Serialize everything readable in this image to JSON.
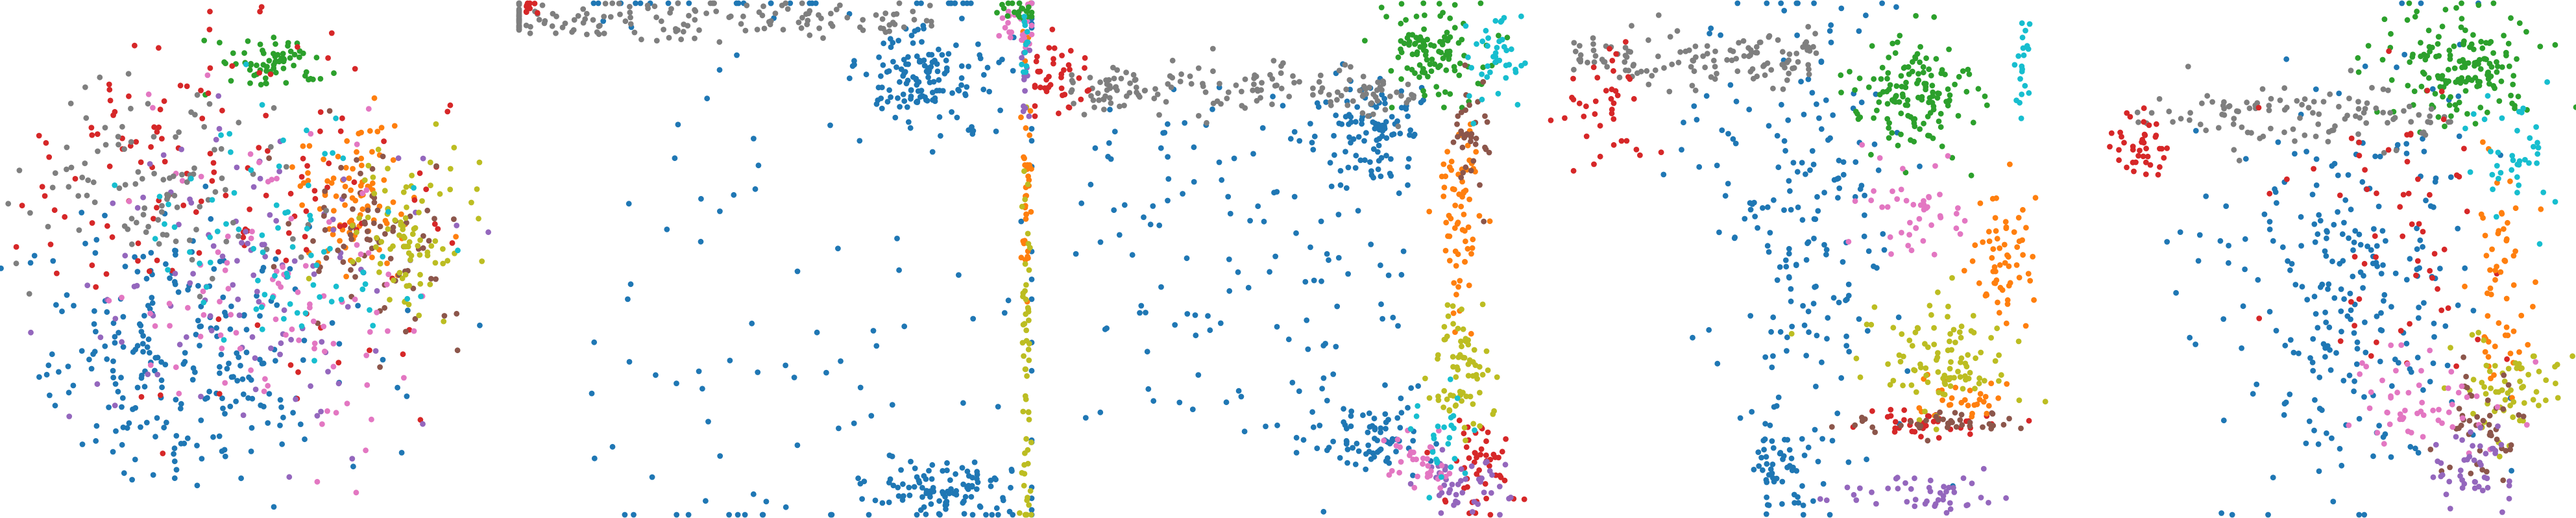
{
  "figure": {
    "description": "",
    "background": "#ffffff"
  },
  "palette": {
    "blue": "#1f77b4",
    "orange": "#ff7f0e",
    "green": "#2ca02c",
    "red": "#d62728",
    "purple": "#9467bd",
    "brown": "#8c564b",
    "pink": "#e377c2",
    "gray": "#7f7f7f",
    "olive": "#bcbd22",
    "cyan": "#17becf"
  },
  "chart_data": [
    {
      "type": "scatter",
      "title": "",
      "xlabel": "",
      "ylabel": "",
      "grid": false,
      "legend": "none",
      "series": [
        {
          "color": "#1f77b4",
          "clusters": [
            {
              "x": 0.35,
              "y": 0.3,
              "sx": 0.16,
              "sy": 0.14,
              "n": 260,
              "shape": "gauss"
            }
          ]
        },
        {
          "color": "#ff7f0e",
          "clusters": [
            {
              "x": 0.7,
              "y": 0.62,
              "sx": 0.06,
              "sy": 0.08,
              "n": 90,
              "shape": "gauss"
            }
          ]
        },
        {
          "color": "#2ca02c",
          "clusters": [
            {
              "x": 0.52,
              "y": 0.88,
              "sx": 0.05,
              "sy": 0.025,
              "n": 70,
              "shape": "gauss"
            }
          ]
        },
        {
          "color": "#d62728",
          "clusters": [
            {
              "x": 0.4,
              "y": 0.65,
              "sx": 0.25,
              "sy": 0.2,
              "n": 170,
              "shape": "gauss"
            }
          ]
        },
        {
          "color": "#9467bd",
          "clusters": [
            {
              "x": 0.5,
              "y": 0.45,
              "sx": 0.18,
              "sy": 0.15,
              "n": 110,
              "shape": "gauss"
            }
          ]
        },
        {
          "color": "#8c564b",
          "clusters": [
            {
              "x": 0.72,
              "y": 0.55,
              "sx": 0.08,
              "sy": 0.1,
              "n": 80,
              "shape": "gauss"
            }
          ]
        },
        {
          "color": "#e377c2",
          "clusters": [
            {
              "x": 0.55,
              "y": 0.42,
              "sx": 0.16,
              "sy": 0.15,
              "n": 100,
              "shape": "gauss"
            }
          ]
        },
        {
          "color": "#7f7f7f",
          "clusters": [
            {
              "x": 0.3,
              "y": 0.65,
              "sx": 0.14,
              "sy": 0.1,
              "n": 110,
              "shape": "gauss"
            }
          ]
        },
        {
          "color": "#bcbd22",
          "clusters": [
            {
              "x": 0.8,
              "y": 0.55,
              "sx": 0.06,
              "sy": 0.08,
              "n": 90,
              "shape": "gauss"
            }
          ]
        },
        {
          "color": "#17becf",
          "clusters": [
            {
              "x": 0.55,
              "y": 0.55,
              "sx": 0.15,
              "sy": 0.15,
              "n": 80,
              "shape": "gauss"
            }
          ]
        }
      ]
    },
    {
      "type": "scatter",
      "title": "",
      "xlabel": "",
      "ylabel": "",
      "grid": false,
      "legend": "none",
      "series": [
        {
          "color": "#1f77b4",
          "clusters": [
            {
              "x": 0.8,
              "y": 0.85,
              "sx": 0.06,
              "sy": 0.05,
              "n": 130,
              "shape": "gauss"
            },
            {
              "x": 0.83,
              "y": 0.05,
              "sx": 0.07,
              "sy": 0.03,
              "n": 100,
              "shape": "gauss"
            },
            {
              "x": 0.65,
              "y": 0.5,
              "sx": 0.3,
              "sy": 0.45,
              "n": 150,
              "shape": "scatter"
            }
          ]
        },
        {
          "color": "#7f7f7f",
          "clusters": [
            {
              "x": 0.3,
              "y": 0.97,
              "sx": 0.3,
              "sy": 0.02,
              "n": 170,
              "shape": "band"
            }
          ]
        },
        {
          "color": "#ff7f0e",
          "clusters": [
            {
              "x": 0.99,
              "y": 0.65,
              "sx": 0.005,
              "sy": 0.15,
              "n": 40,
              "shape": "gauss"
            }
          ]
        },
        {
          "color": "#bcbd22",
          "clusters": [
            {
              "x": 0.99,
              "y": 0.25,
              "sx": 0.005,
              "sy": 0.2,
              "n": 60,
              "shape": "gauss"
            }
          ]
        },
        {
          "color": "#e377c2",
          "clusters": [
            {
              "x": 0.97,
              "y": 0.95,
              "sx": 0.02,
              "sy": 0.03,
              "n": 25,
              "shape": "gauss"
            }
          ]
        },
        {
          "color": "#2ca02c",
          "clusters": [
            {
              "x": 0.97,
              "y": 0.99,
              "sx": 0.02,
              "sy": 0.01,
              "n": 20,
              "shape": "gauss"
            }
          ]
        },
        {
          "color": "#d62728",
          "clusters": [
            {
              "x": 0.02,
              "y": 0.99,
              "sx": 0.01,
              "sy": 0.01,
              "n": 10,
              "shape": "gauss"
            }
          ]
        },
        {
          "color": "#9467bd",
          "clusters": [
            {
              "x": 0.99,
              "y": 0.85,
              "sx": 0.005,
              "sy": 0.05,
              "n": 12,
              "shape": "gauss"
            }
          ]
        },
        {
          "color": "#17becf",
          "clusters": [
            {
              "x": 0.99,
              "y": 0.92,
              "sx": 0.005,
              "sy": 0.04,
              "n": 12,
              "shape": "gauss"
            }
          ]
        }
      ]
    },
    {
      "type": "scatter",
      "title": "",
      "xlabel": "",
      "ylabel": "",
      "grid": false,
      "legend": "none",
      "series": [
        {
          "color": "#1f77b4",
          "clusters": [
            {
              "x": 0.65,
              "y": 0.75,
              "sx": 0.05,
              "sy": 0.06,
              "n": 100,
              "shape": "gauss"
            },
            {
              "x": 0.65,
              "y": 0.15,
              "sx": 0.06,
              "sy": 0.04,
              "n": 80,
              "shape": "gauss"
            },
            {
              "x": 0.4,
              "y": 0.5,
              "sx": 0.2,
              "sy": 0.2,
              "n": 130,
              "shape": "scatter"
            }
          ]
        },
        {
          "color": "#7f7f7f",
          "clusters": [
            {
              "x": 0.4,
              "y": 0.83,
              "sx": 0.2,
              "sy": 0.025,
              "n": 160,
              "shape": "band"
            }
          ]
        },
        {
          "color": "#2ca02c",
          "clusters": [
            {
              "x": 0.77,
              "y": 0.9,
              "sx": 0.05,
              "sy": 0.05,
              "n": 110,
              "shape": "gauss"
            }
          ]
        },
        {
          "color": "#d62728",
          "clusters": [
            {
              "x": 0.05,
              "y": 0.85,
              "sx": 0.03,
              "sy": 0.04,
              "n": 40,
              "shape": "gauss"
            },
            {
              "x": 0.87,
              "y": 0.1,
              "sx": 0.04,
              "sy": 0.05,
              "n": 50,
              "shape": "gauss"
            }
          ]
        },
        {
          "color": "#ff7f0e",
          "clusters": [
            {
              "x": 0.83,
              "y": 0.6,
              "sx": 0.02,
              "sy": 0.1,
              "n": 70,
              "shape": "gauss"
            }
          ]
        },
        {
          "color": "#bcbd22",
          "clusters": [
            {
              "x": 0.83,
              "y": 0.28,
              "sx": 0.03,
              "sy": 0.07,
              "n": 70,
              "shape": "gauss"
            }
          ]
        },
        {
          "color": "#9467bd",
          "clusters": [
            {
              "x": 0.82,
              "y": 0.06,
              "sx": 0.04,
              "sy": 0.03,
              "n": 45,
              "shape": "gauss"
            }
          ]
        },
        {
          "color": "#e377c2",
          "clusters": [
            {
              "x": 0.75,
              "y": 0.1,
              "sx": 0.03,
              "sy": 0.03,
              "n": 35,
              "shape": "gauss"
            }
          ]
        },
        {
          "color": "#8c564b",
          "clusters": [
            {
              "x": 0.85,
              "y": 0.75,
              "sx": 0.02,
              "sy": 0.05,
              "n": 35,
              "shape": "gauss"
            }
          ]
        },
        {
          "color": "#17becf",
          "clusters": [
            {
              "x": 0.9,
              "y": 0.9,
              "sx": 0.03,
              "sy": 0.05,
              "n": 40,
              "shape": "gauss"
            },
            {
              "x": 0.8,
              "y": 0.15,
              "sx": 0.04,
              "sy": 0.05,
              "n": 25,
              "shape": "gauss"
            }
          ]
        }
      ]
    },
    {
      "type": "scatter",
      "title": "",
      "xlabel": "",
      "ylabel": "",
      "grid": false,
      "legend": "none",
      "series": [
        {
          "color": "#1f77b4",
          "clusters": [
            {
              "x": 0.5,
              "y": 0.6,
              "sx": 0.1,
              "sy": 0.2,
              "n": 190,
              "shape": "gauss"
            },
            {
              "x": 0.45,
              "y": 0.1,
              "sx": 0.04,
              "sy": 0.06,
              "n": 60,
              "shape": "gauss"
            }
          ]
        },
        {
          "color": "#2ca02c",
          "clusters": [
            {
              "x": 0.71,
              "y": 0.82,
              "sx": 0.06,
              "sy": 0.06,
              "n": 140,
              "shape": "gauss"
            }
          ]
        },
        {
          "color": "#7f7f7f",
          "clusters": [
            {
              "x": 0.28,
              "y": 0.89,
              "sx": 0.14,
              "sy": 0.03,
              "n": 130,
              "shape": "band"
            }
          ]
        },
        {
          "color": "#d62728",
          "clusters": [
            {
              "x": 0.1,
              "y": 0.8,
              "sx": 0.04,
              "sy": 0.06,
              "n": 40,
              "shape": "gauss"
            },
            {
              "x": 0.72,
              "y": 0.18,
              "sx": 0.08,
              "sy": 0.015,
              "n": 40,
              "shape": "gauss"
            }
          ]
        },
        {
          "color": "#ff7f0e",
          "clusters": [
            {
              "x": 0.88,
              "y": 0.5,
              "sx": 0.03,
              "sy": 0.07,
              "n": 60,
              "shape": "gauss"
            },
            {
              "x": 0.8,
              "y": 0.22,
              "sx": 0.05,
              "sy": 0.03,
              "n": 30,
              "shape": "gauss"
            }
          ]
        },
        {
          "color": "#bcbd22",
          "clusters": [
            {
              "x": 0.76,
              "y": 0.3,
              "sx": 0.07,
              "sy": 0.05,
              "n": 100,
              "shape": "gauss"
            }
          ]
        },
        {
          "color": "#8c564b",
          "clusters": [
            {
              "x": 0.75,
              "y": 0.18,
              "sx": 0.09,
              "sy": 0.01,
              "n": 40,
              "shape": "gauss"
            }
          ]
        },
        {
          "color": "#e377c2",
          "clusters": [
            {
              "x": 0.7,
              "y": 0.6,
              "sx": 0.05,
              "sy": 0.05,
              "n": 45,
              "shape": "gauss"
            }
          ]
        },
        {
          "color": "#9467bd",
          "clusters": [
            {
              "x": 0.7,
              "y": 0.04,
              "sx": 0.08,
              "sy": 0.02,
              "n": 45,
              "shape": "gauss"
            }
          ]
        },
        {
          "color": "#17becf",
          "clusters": [
            {
              "x": 0.92,
              "y": 0.88,
              "sx": 0.01,
              "sy": 0.05,
              "n": 20,
              "shape": "gauss"
            }
          ]
        }
      ]
    },
    {
      "type": "scatter",
      "title": "",
      "xlabel": "",
      "ylabel": "",
      "grid": false,
      "legend": "none",
      "series": [
        {
          "color": "#1f77b4",
          "clusters": [
            {
              "x": 0.55,
              "y": 0.45,
              "sx": 0.13,
              "sy": 0.2,
              "n": 260,
              "shape": "gauss"
            }
          ]
        },
        {
          "color": "#2ca02c",
          "clusters": [
            {
              "x": 0.78,
              "y": 0.88,
              "sx": 0.07,
              "sy": 0.06,
              "n": 160,
              "shape": "gauss"
            }
          ]
        },
        {
          "color": "#7f7f7f",
          "clusters": [
            {
              "x": 0.45,
              "y": 0.78,
              "sx": 0.18,
              "sy": 0.03,
              "n": 110,
              "shape": "band"
            }
          ]
        },
        {
          "color": "#d62728",
          "clusters": [
            {
              "x": 0.15,
              "y": 0.72,
              "sx": 0.03,
              "sy": 0.03,
              "n": 40,
              "shape": "gauss"
            },
            {
              "x": 0.65,
              "y": 0.55,
              "sx": 0.1,
              "sy": 0.15,
              "n": 60,
              "shape": "gauss"
            }
          ]
        },
        {
          "color": "#ff7f0e",
          "clusters": [
            {
              "x": 0.85,
              "y": 0.45,
              "sx": 0.03,
              "sy": 0.12,
              "n": 60,
              "shape": "gauss"
            }
          ]
        },
        {
          "color": "#bcbd22",
          "clusters": [
            {
              "x": 0.86,
              "y": 0.25,
              "sx": 0.05,
              "sy": 0.06,
              "n": 60,
              "shape": "gauss"
            }
          ]
        },
        {
          "color": "#8c564b",
          "clusters": [
            {
              "x": 0.82,
              "y": 0.18,
              "sx": 0.04,
              "sy": 0.05,
              "n": 45,
              "shape": "gauss"
            }
          ]
        },
        {
          "color": "#e377c2",
          "clusters": [
            {
              "x": 0.7,
              "y": 0.22,
              "sx": 0.07,
              "sy": 0.05,
              "n": 55,
              "shape": "gauss"
            }
          ]
        },
        {
          "color": "#9467bd",
          "clusters": [
            {
              "x": 0.8,
              "y": 0.08,
              "sx": 0.04,
              "sy": 0.04,
              "n": 45,
              "shape": "gauss"
            }
          ]
        },
        {
          "color": "#17becf",
          "clusters": [
            {
              "x": 0.88,
              "y": 0.68,
              "sx": 0.04,
              "sy": 0.06,
              "n": 40,
              "shape": "gauss"
            }
          ]
        }
      ]
    }
  ]
}
